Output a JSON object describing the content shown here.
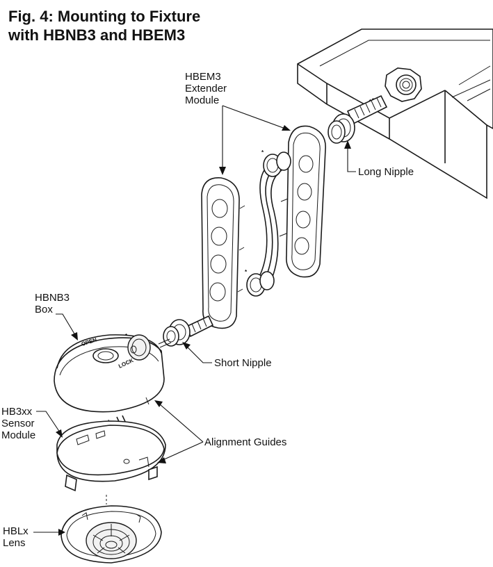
{
  "figure": {
    "title_line1": "Fig. 4: Mounting to Fixture",
    "title_line2": "with HBNB3 and HBEM3"
  },
  "labels": {
    "hbem3": [
      "HBEM3",
      "Extender",
      "Module"
    ],
    "long_nipple": "Long Nipple",
    "hbnb3": [
      "HBNB3",
      "Box"
    ],
    "short_nipple": "Short Nipple",
    "hb3xx": [
      "HB3xx",
      "Sensor",
      "Module"
    ],
    "alignment_guides": "Alignment Guides",
    "hblx": [
      "HBLx",
      "Lens"
    ]
  },
  "part_markings": {
    "open": "OPEN",
    "lock": "LOCK"
  }
}
